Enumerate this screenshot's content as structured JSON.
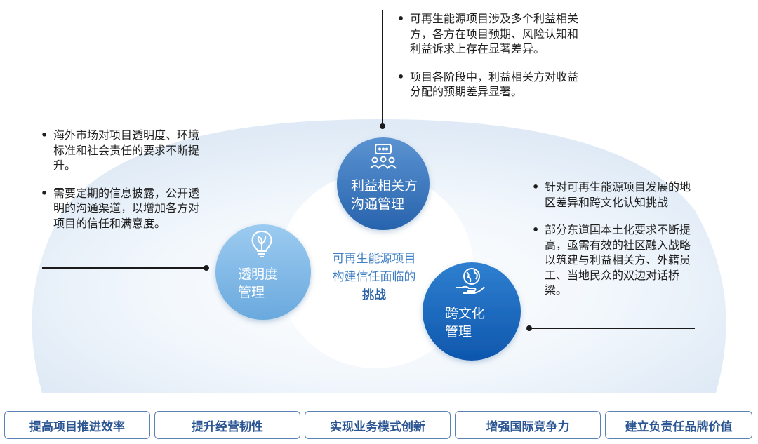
{
  "center": {
    "line1": "可再生能源项目",
    "line2": "构建信任面临的",
    "line3": "挑战"
  },
  "nodes": {
    "stakeholder": {
      "line1": "利益相关方",
      "line2": "沟通管理",
      "icon": "chat-people-icon"
    },
    "transparency": {
      "line1": "透明度",
      "line2": "管理",
      "icon": "lightbulb-leaf-icon"
    },
    "crosscultural": {
      "line1": "跨文化",
      "line2": "管理",
      "icon": "globe-hand-icon"
    }
  },
  "notes": {
    "top": [
      "可再生能源项目涉及多个利益相关方，各方在项目预期、风险认知和利益诉求上存在显著差异。",
      "项目各阶段中，利益相关方对收益分配的预期差异显著。"
    ],
    "left": [
      "海外市场对项目透明度、环境标准和社会责任的要求不断提升。",
      "需要定期的信息披露，公开透明的沟通渠道，以增加各方对项目的信任和满意度。"
    ],
    "right": [
      "针对可再生能源项目发展的地区差异和跨文化认知挑战",
      "部分东道国本土化要求不断提高，亟需有效的社区融入战略以筑建与利益相关方、外籍员工、当地民众的双边对话桥梁。"
    ]
  },
  "values": [
    "提高项目推进效率",
    "提升经营韧性",
    "实现业务模式创新",
    "增强国际竞争力",
    "建立负责任品牌价值"
  ],
  "colors": {
    "node_dark": "#2f6db8",
    "node_light": "#7fb8e6",
    "accent_text": "#3f7fc4",
    "button_border": "#5b82b4"
  }
}
